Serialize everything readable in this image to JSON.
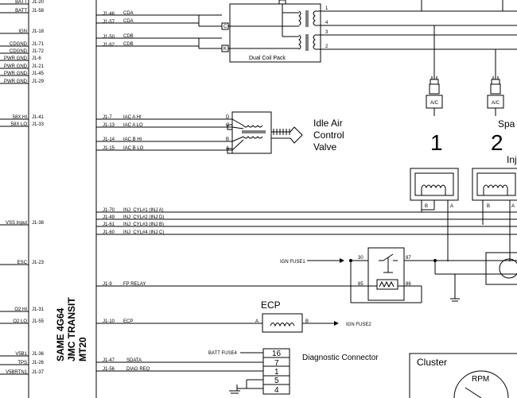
{
  "ecm": {
    "label_lines": [
      "SAME 4G64",
      "JMC TRANSIT",
      "MT20"
    ],
    "pins": [
      {
        "name": "BATT",
        "pin": "J1-20"
      },
      {
        "name": "BATT",
        "pin": "J1-58"
      },
      {
        "name": "IGN",
        "pin": "J1-18"
      },
      {
        "name": "CDGND",
        "pin": "J1-71"
      },
      {
        "name": "CDGND",
        "pin": "J1-72"
      },
      {
        "name": "PWR GND",
        "pin": "J1-6"
      },
      {
        "name": "PWR GND",
        "pin": "J1-21"
      },
      {
        "name": "PWR GND",
        "pin": "J1-45"
      },
      {
        "name": "PWR GND",
        "pin": "J1-29"
      },
      {
        "name": "58X HI",
        "pin": "J1-41"
      },
      {
        "name": "58X LO",
        "pin": "J1-33"
      },
      {
        "name": "VSS Input",
        "pin": "J1-38"
      },
      {
        "name": "ESC",
        "pin": "J1-23"
      },
      {
        "name": "O2 HI",
        "pin": "J1-31"
      },
      {
        "name": "O2 LO",
        "pin": "J1-55"
      },
      {
        "name": "V5B1",
        "pin": "J1-36"
      },
      {
        "name": "TPS",
        "pin": "J1-26"
      },
      {
        "name": "V5BRTN1",
        "pin": "J1-37"
      }
    ]
  },
  "coil_pack": {
    "label": "Dual Coil Pack",
    "lines": [
      {
        "pin": "J1-46",
        "signal": "CDA"
      },
      {
        "pin": "J1-57",
        "signal": "CDA"
      },
      {
        "pin": "J1-50",
        "signal": "CDB"
      },
      {
        "pin": "J1-62",
        "signal": "CDB"
      }
    ],
    "terminals": [
      "C",
      "K"
    ],
    "outputs": [
      "1",
      "4",
      "3",
      "2"
    ]
  },
  "spark": {
    "plug_label": "A/C",
    "cylinders": [
      "1",
      "2"
    ],
    "heading_partial": "Spa"
  },
  "iac": {
    "label_lines": [
      "Idle Air",
      "Control",
      "Valve"
    ],
    "lines": [
      {
        "pin": "J1-7",
        "signal": "IAC A HI",
        "terminal": "D"
      },
      {
        "pin": "J1-13",
        "signal": "IAC A LO",
        "terminal": "C"
      },
      {
        "pin": "J1-14",
        "signal": "IAC B HI",
        "terminal": "B"
      },
      {
        "pin": "J1-15",
        "signal": "IAC B LO",
        "terminal": "A"
      }
    ]
  },
  "injectors": {
    "heading_partial": "Inj",
    "terminals": [
      "B",
      "A"
    ],
    "lines": [
      {
        "pin": "J1-70",
        "signal": "INJ_CYL#1 (INJ A)"
      },
      {
        "pin": "J1-49",
        "signal": "INJ_CYL#2 (INJ D)"
      },
      {
        "pin": "J1-61",
        "signal": "INJ_CYL#3 (INJ B)"
      },
      {
        "pin": "J1-60",
        "signal": "INJ_CYL#4 (INJ C)"
      }
    ]
  },
  "relay": {
    "fuse_label": "IGN FUSE1",
    "terminals": [
      "30",
      "87",
      "85",
      "86"
    ],
    "fp_pin": "J1-9",
    "fp_signal": "FP RELAY"
  },
  "ecp": {
    "label": "ECP",
    "pin": "J1-10",
    "signal": "ECP",
    "terminals": [
      "A",
      "B"
    ],
    "fuse_label": "IGN FUSE2"
  },
  "diag": {
    "label": "Diagnostic  Connector",
    "fuse_label": "BATT FUSE4",
    "pins": [
      "16",
      "7",
      "1",
      "5",
      "4"
    ],
    "lines": [
      {
        "pin": "J1-47",
        "signal": "SDATA"
      },
      {
        "pin": "J1-56",
        "signal": "DIAG REQ"
      }
    ]
  },
  "cluster": {
    "label": "Cluster",
    "gauge": "RPM"
  }
}
